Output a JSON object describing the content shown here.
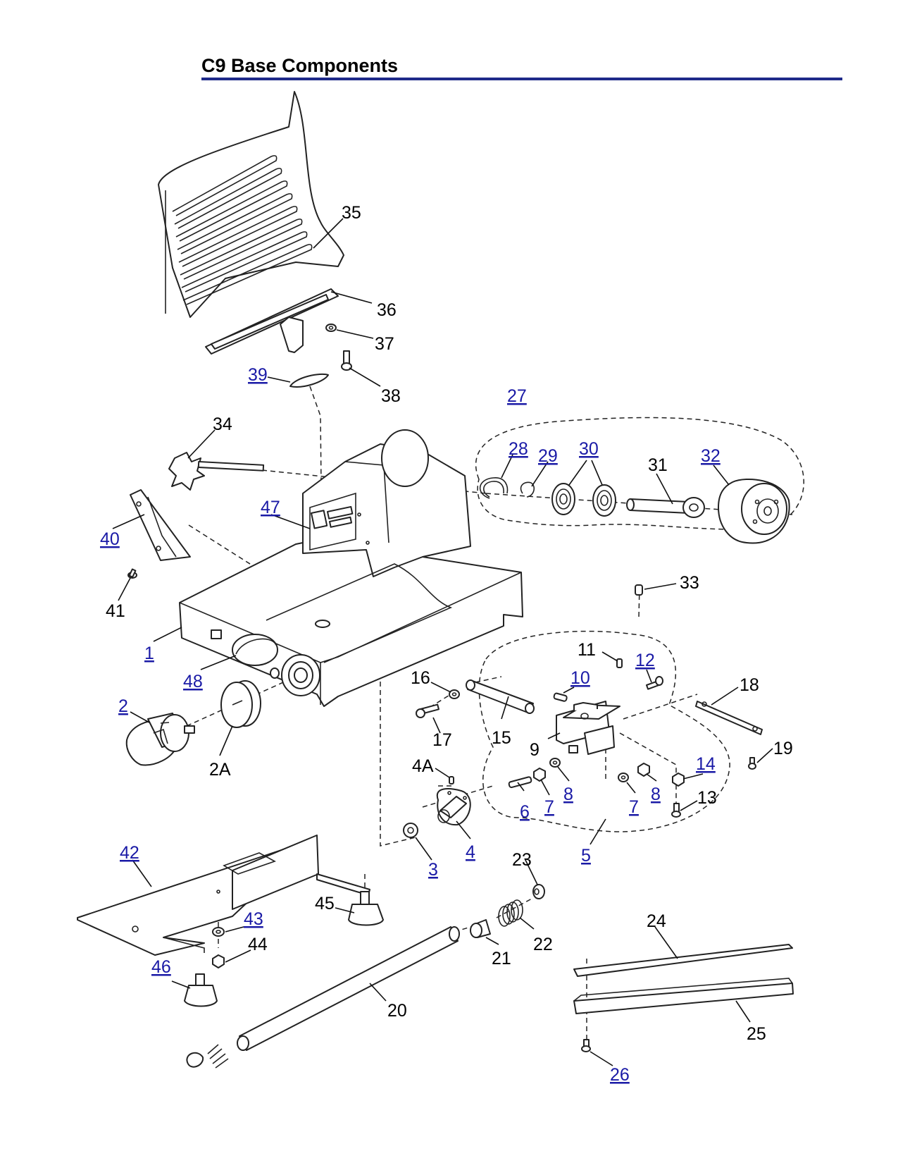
{
  "header": {
    "title": "C9 Base Components"
  },
  "callouts": [
    {
      "id": "35",
      "label": "35",
      "linked": false
    },
    {
      "id": "36",
      "label": "36",
      "linked": false
    },
    {
      "id": "37",
      "label": "37",
      "linked": false
    },
    {
      "id": "38",
      "label": "38",
      "linked": false
    },
    {
      "id": "39",
      "label": "39",
      "linked": true
    },
    {
      "id": "27",
      "label": "27",
      "linked": true
    },
    {
      "id": "28",
      "label": "28",
      "linked": true
    },
    {
      "id": "29",
      "label": "29",
      "linked": true
    },
    {
      "id": "30",
      "label": "30",
      "linked": true
    },
    {
      "id": "31",
      "label": "31",
      "linked": false
    },
    {
      "id": "32",
      "label": "32",
      "linked": true
    },
    {
      "id": "34",
      "label": "34",
      "linked": false
    },
    {
      "id": "47",
      "label": "47",
      "linked": true
    },
    {
      "id": "40",
      "label": "40",
      "linked": true
    },
    {
      "id": "41",
      "label": "41",
      "linked": false
    },
    {
      "id": "33",
      "label": "33",
      "linked": false
    },
    {
      "id": "1",
      "label": "1",
      "linked": true
    },
    {
      "id": "48",
      "label": "48",
      "linked": true
    },
    {
      "id": "11",
      "label": "11",
      "linked": false
    },
    {
      "id": "12",
      "label": "12",
      "linked": true
    },
    {
      "id": "10",
      "label": "10",
      "linked": true
    },
    {
      "id": "16",
      "label": "16",
      "linked": false
    },
    {
      "id": "18",
      "label": "18",
      "linked": false
    },
    {
      "id": "2",
      "label": "2",
      "linked": true
    },
    {
      "id": "17",
      "label": "17",
      "linked": false
    },
    {
      "id": "15",
      "label": "15",
      "linked": false
    },
    {
      "id": "9",
      "label": "9",
      "linked": false
    },
    {
      "id": "19",
      "label": "19",
      "linked": false
    },
    {
      "id": "2A",
      "label": "2A",
      "linked": false
    },
    {
      "id": "4A",
      "label": "4A",
      "linked": false
    },
    {
      "id": "14",
      "label": "14",
      "linked": true
    },
    {
      "id": "8a",
      "label": "8",
      "linked": true
    },
    {
      "id": "8b",
      "label": "8",
      "linked": true
    },
    {
      "id": "13",
      "label": "13",
      "linked": false
    },
    {
      "id": "7a",
      "label": "7",
      "linked": true
    },
    {
      "id": "7b",
      "label": "7",
      "linked": true
    },
    {
      "id": "6",
      "label": "6",
      "linked": true
    },
    {
      "id": "4",
      "label": "4",
      "linked": true
    },
    {
      "id": "3",
      "label": "3",
      "linked": true
    },
    {
      "id": "5",
      "label": "5",
      "linked": true
    },
    {
      "id": "42",
      "label": "42",
      "linked": true
    },
    {
      "id": "23",
      "label": "23",
      "linked": false
    },
    {
      "id": "45",
      "label": "45",
      "linked": false
    },
    {
      "id": "43",
      "label": "43",
      "linked": true
    },
    {
      "id": "22",
      "label": "22",
      "linked": false
    },
    {
      "id": "44",
      "label": "44",
      "linked": false
    },
    {
      "id": "24",
      "label": "24",
      "linked": false
    },
    {
      "id": "21",
      "label": "21",
      "linked": false
    },
    {
      "id": "46",
      "label": "46",
      "linked": true
    },
    {
      "id": "20",
      "label": "20",
      "linked": false
    },
    {
      "id": "25",
      "label": "25",
      "linked": false
    },
    {
      "id": "26",
      "label": "26",
      "linked": true
    }
  ]
}
